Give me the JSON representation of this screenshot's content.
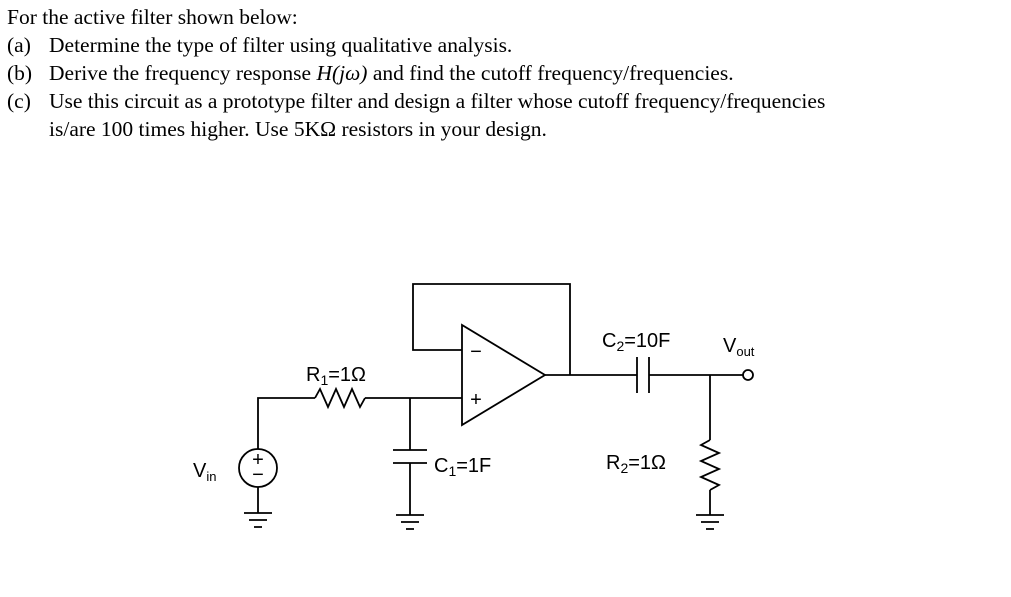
{
  "problem": {
    "title": "For the active filter shown below:",
    "items": [
      {
        "label": "(a)",
        "text": "Determine the type of filter using qualitative analysis."
      },
      {
        "label": "(b)",
        "pre": "Derive the frequency response ",
        "math": "H(jω)",
        "post": " and find the cutoff frequency/frequencies."
      },
      {
        "label": "(c)",
        "line1": "Use this circuit as a prototype filter and design a filter whose cutoff frequency/frequencies",
        "line2": "is/are 100 times higher. Use 5KΩ resistors in your design."
      }
    ]
  },
  "circuit": {
    "source": {
      "plus": "+",
      "minus": "−"
    },
    "opamp": {
      "minus": "−",
      "plus": "+"
    },
    "labels": {
      "vin": {
        "sym": "V",
        "sub": "in"
      },
      "r1": {
        "sym": "R",
        "sub": "1",
        "val": "=1Ω"
      },
      "c1": {
        "sym": "C",
        "sub": "1",
        "val": "=1F"
      },
      "c2": {
        "sym": "C",
        "sub": "2",
        "val": "=10F"
      },
      "r2": {
        "sym": "R",
        "sub": "2",
        "val": "=1Ω"
      },
      "vout": {
        "sym": "V",
        "sub": "out"
      }
    }
  }
}
